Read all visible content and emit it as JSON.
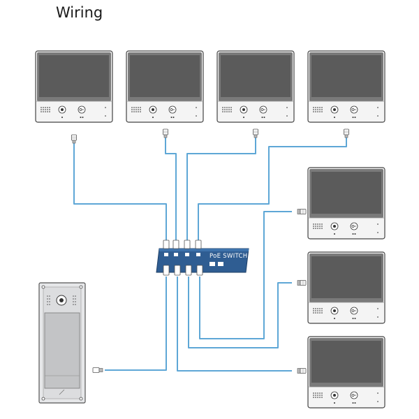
{
  "title": "Wiring",
  "switch": {
    "label": "PoE SWITCH"
  },
  "monitor_count": 7,
  "door_station_count": 1,
  "colors": {
    "cable": "#5ea7d6",
    "switch_body": "#2f5d92",
    "monitor_screen": "#5b5b5b",
    "monitor_frame": "#f4f4f4",
    "door_panel": "#cfd0d2"
  },
  "icons": [
    "speaker-grille-icon",
    "call-button-icon",
    "key-button-icon",
    "camera-icon",
    "rj45-connector-icon"
  ]
}
